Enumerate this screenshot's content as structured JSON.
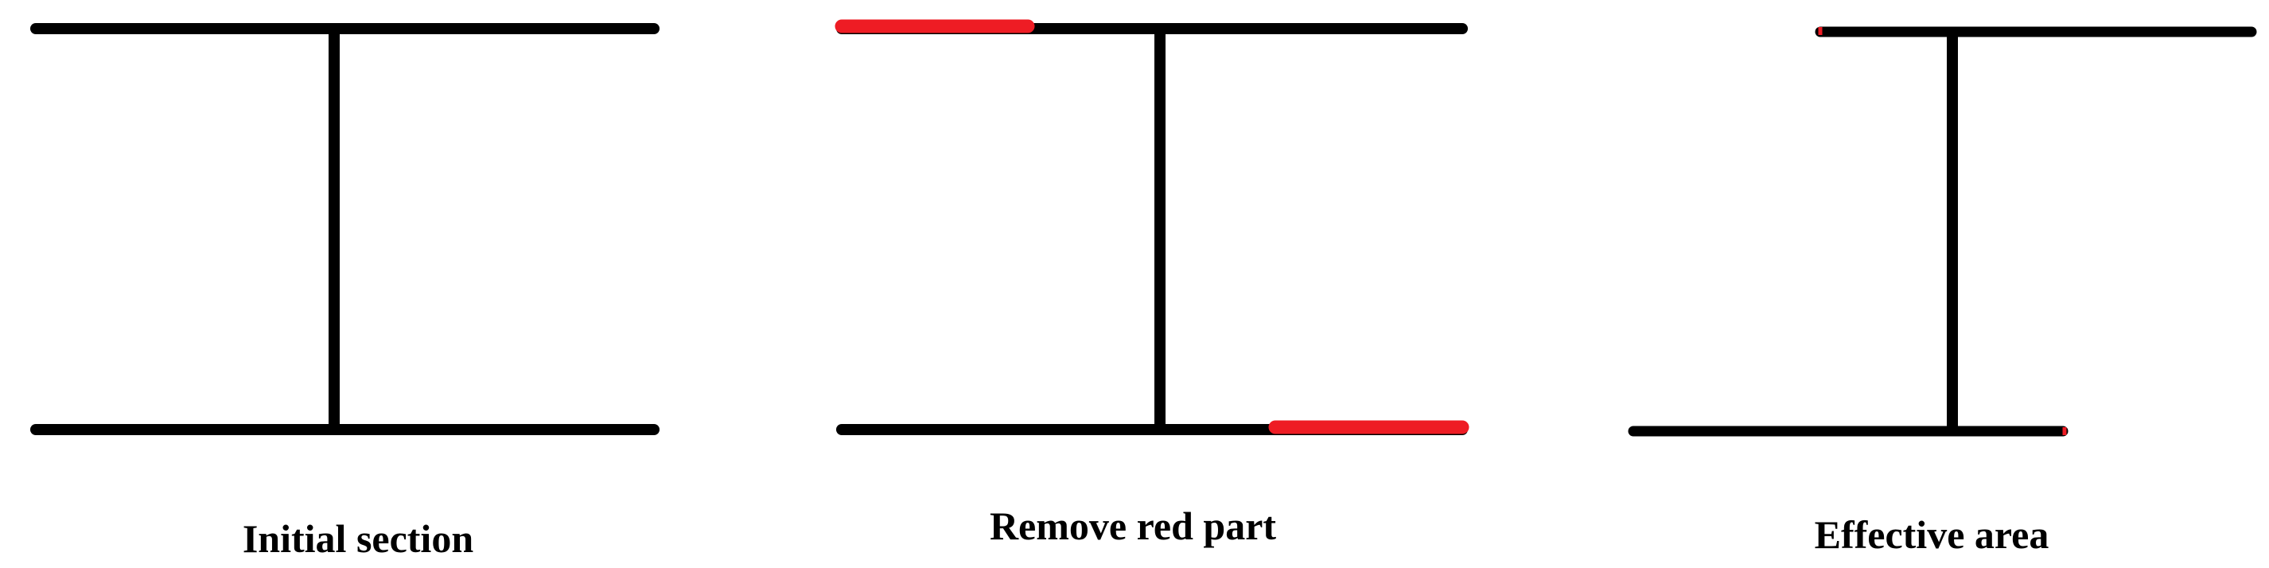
{
  "colors": {
    "member": "#000000",
    "removed": "#ee1c24",
    "background": "#ffffff"
  },
  "panels": [
    {
      "id": "initial",
      "caption": "Initial section",
      "shape": "i-beam",
      "removed_parts": []
    },
    {
      "id": "remove",
      "caption": "Remove red part",
      "shape": "i-beam",
      "removed_parts": [
        "top-flange-left",
        "bottom-flange-right"
      ]
    },
    {
      "id": "effective",
      "caption": "Effective area",
      "shape": "i-beam-reduced",
      "removed_parts": [
        "top-flange-left",
        "bottom-flange-right"
      ]
    }
  ]
}
